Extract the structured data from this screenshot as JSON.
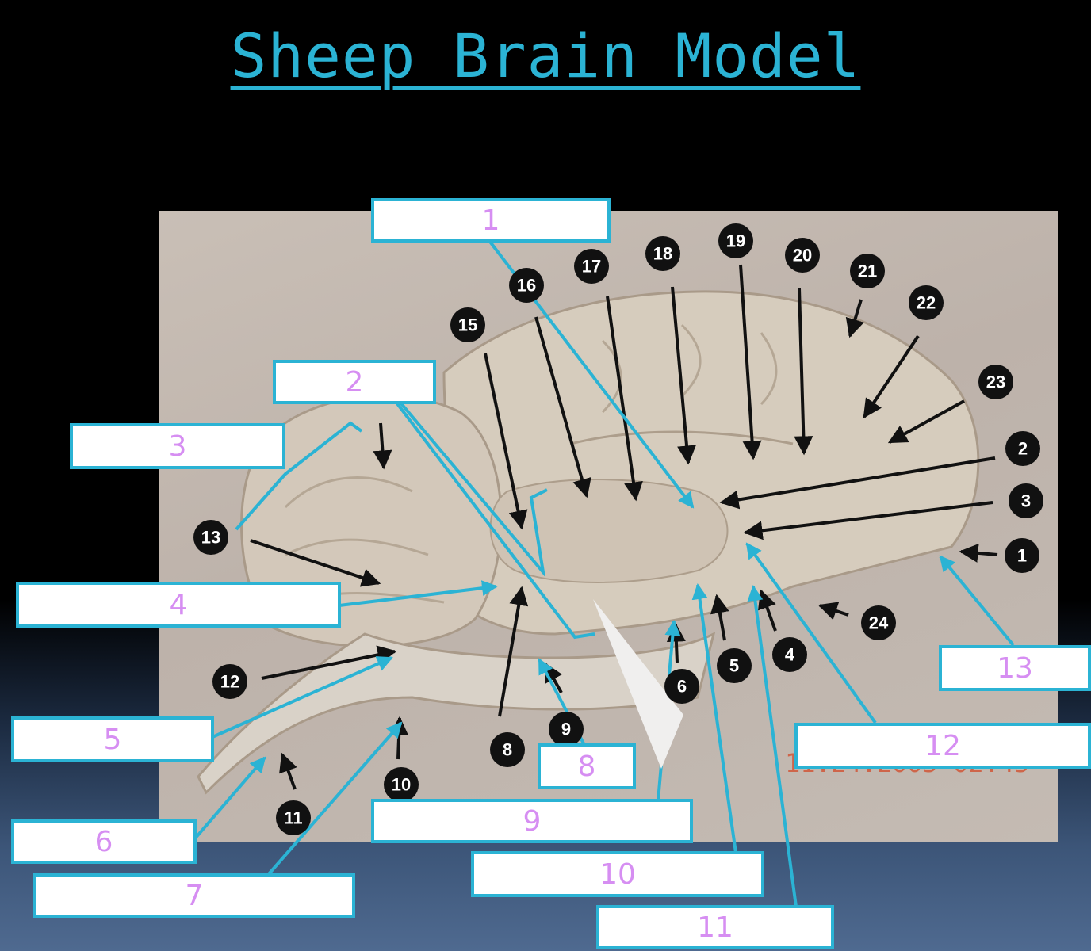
{
  "title": "Sheep Brain Model",
  "colors": {
    "accent": "#2bb3d4",
    "label_text": "#d68ef2",
    "badge": "#111111"
  },
  "label_boxes": [
    {
      "text": "1"
    },
    {
      "text": "2"
    },
    {
      "text": "3"
    },
    {
      "text": "4"
    },
    {
      "text": "5"
    },
    {
      "text": "6"
    },
    {
      "text": "7"
    },
    {
      "text": "8"
    },
    {
      "text": "9"
    },
    {
      "text": "10"
    },
    {
      "text": "11"
    },
    {
      "text": "12"
    },
    {
      "text": "13"
    }
  ],
  "badges": [
    {
      "text": "1"
    },
    {
      "text": "2"
    },
    {
      "text": "3"
    },
    {
      "text": "4"
    },
    {
      "text": "5"
    },
    {
      "text": "6"
    },
    {
      "text": "8"
    },
    {
      "text": "9"
    },
    {
      "text": "10"
    },
    {
      "text": "11"
    },
    {
      "text": "12"
    },
    {
      "text": "13"
    },
    {
      "text": "15"
    },
    {
      "text": "16"
    },
    {
      "text": "17"
    },
    {
      "text": "18"
    },
    {
      "text": "19"
    },
    {
      "text": "20"
    },
    {
      "text": "21"
    },
    {
      "text": "22"
    },
    {
      "text": "23"
    },
    {
      "text": "24"
    }
  ],
  "stamp": "11.24.2005 02:45"
}
